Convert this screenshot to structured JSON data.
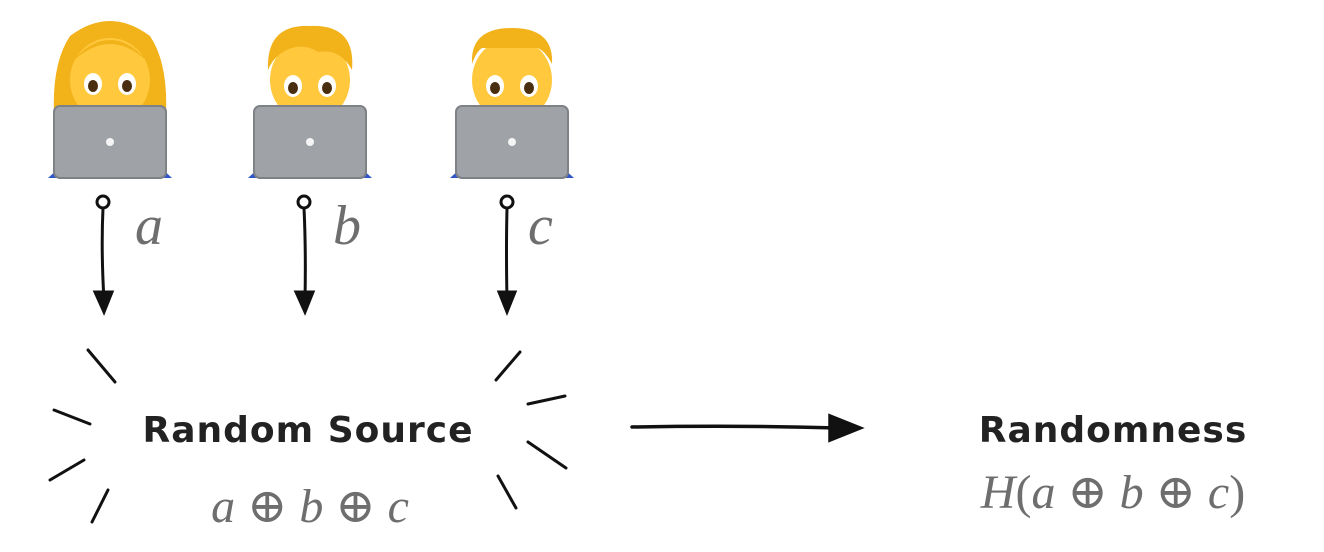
{
  "participants": [
    {
      "id": "woman",
      "label": "a",
      "hair_color": "#F2B21A"
    },
    {
      "id": "person",
      "label": "b",
      "hair_color": "#F2B21A"
    },
    {
      "id": "man",
      "label": "c",
      "hair_color": "#F2B21A"
    }
  ],
  "source": {
    "title": "Random Source",
    "expr_a": "a",
    "expr_op1": "⊕",
    "expr_b": "b",
    "expr_op2": "⊕",
    "expr_c": "c"
  },
  "output": {
    "title": "Randomness",
    "fn": "H",
    "paren_open": "(",
    "expr_a": "a",
    "expr_op1": "⊕",
    "expr_b": "b",
    "expr_op2": "⊕",
    "expr_c": "c",
    "paren_close": ")"
  },
  "colors": {
    "skin": "#FFC83D",
    "hair": "#F2B21A",
    "laptop": "#9FA3A8",
    "laptop_edge": "#7E8287",
    "shirt": "#2F56C4",
    "ink": "#111111",
    "math": "#6e6e6e"
  }
}
